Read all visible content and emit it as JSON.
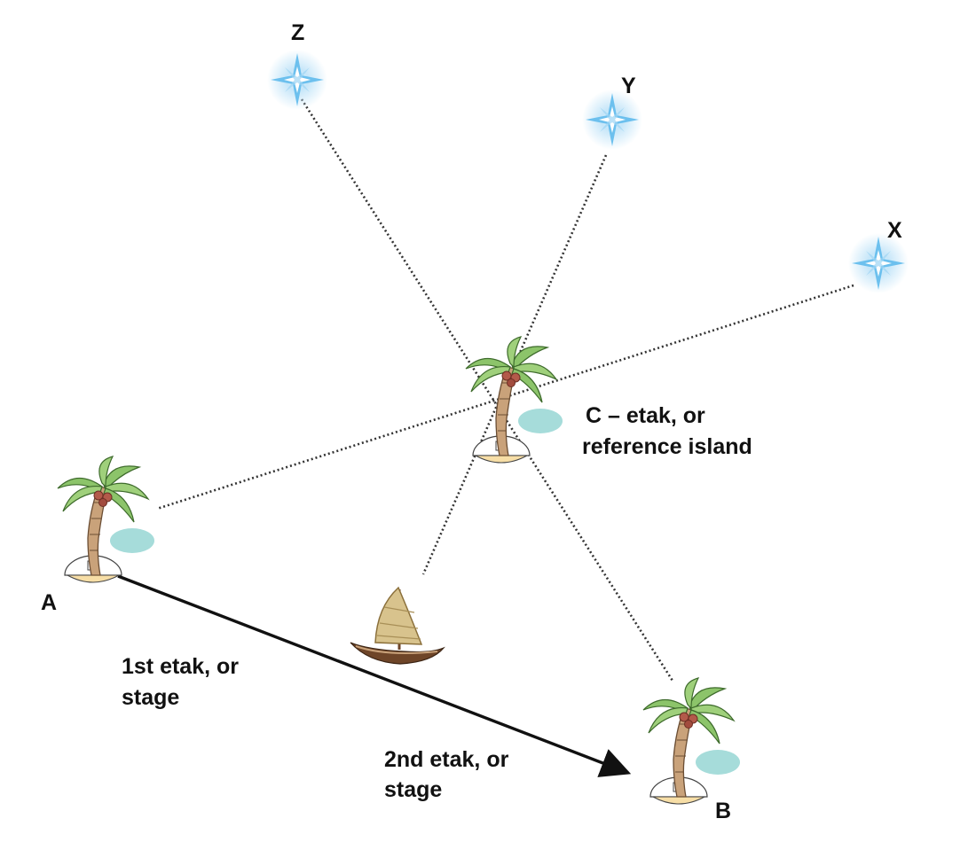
{
  "diagram": {
    "stars": {
      "z": "Z",
      "y": "Y",
      "x": "X"
    },
    "islands": {
      "a": "A",
      "b": "B",
      "c_line1": "C – etak, or",
      "c_line2": "reference island"
    },
    "stages": {
      "first_line1": "1st etak, or",
      "first_line2": "stage",
      "second_line1": "2nd etak, or",
      "second_line2": "stage"
    },
    "colors": {
      "line": "#333333",
      "star": "#6cc0ee",
      "leaf": "#8cc46a",
      "trunk": "#c9a27a",
      "coconut": "#b35a4a",
      "sand": "#f7dea6",
      "water": "#a6dcda",
      "sail": "#d8c38d",
      "hull": "#6e4528"
    }
  }
}
